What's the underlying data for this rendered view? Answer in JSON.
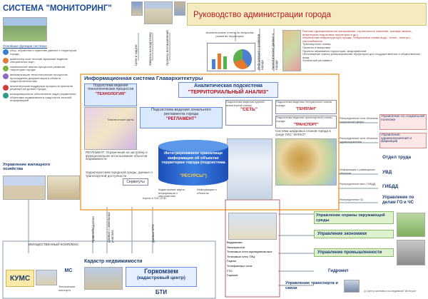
{
  "title": "СИСТЕМА \"МОНИТОРИНГ\"",
  "admin_title": "Руководство администрации города",
  "functions": {
    "heading": "Основные функции системы:",
    "items": [
      "сбор, обработка и хранение данных о территории города;",
      "девелопер-ское геоплан-ирование ведение специальных карт;",
      "комплексный анализ процессов развития территории города;",
      "автоматизация технологических процессов прохождения документации в области градостроительства;",
      "аналитическая поддержка процессов принятия решений на уровне города;",
      "информационное обеспечение задач управления объектами недвижимости градострои-тельной информацией"
    ]
  },
  "top_channels": [
    "Цели и задачи",
    "Запросы на подготовку",
    "Проекты постановлений"
  ],
  "analytic_reports": "Аналитические отчеты по вопросам развития территории",
  "info_channel_1": "Информация о развитии города",
  "info_channel_2": "Аналитические данные о городе",
  "right_list": [
    "Генплан (функциональное зонирование, строительное освоение, границы земель, инженерная подготовка территории и др.)",
    "Инженерная инфраструктура города: Генеральные схемы водо-, тепло-, электро-, газоснабжения",
    "Транспортные схемы",
    "Проекты планировки",
    "Проекты межевания территории, микрорайонов",
    "Обоснование границ резервирования территории для государственных и общественных нужд",
    "Зональный регламент"
  ],
  "is_title": "Информационная система Главархитектуры",
  "tech": {
    "title": "Подсистема ведения технологических процессов",
    "name": "\"ТЕХНОЛОГИЯ\""
  },
  "analysis": {
    "title": "Аналитическая подсистема",
    "name": "\"ТЕРРИТОРИАЛЬНЫЙ АНАЛИЗ\""
  },
  "reglament": {
    "title": "Подсистема ведения зонального регламента города",
    "name": "\"РЕГЛАМЕНТ\""
  },
  "set": {
    "name": "\"СЕТЬ\"",
    "desc": "Подсистема ведения единой инженерной схемы"
  },
  "genplan": {
    "name": "\"ГЕНПЛАН\"",
    "desc": "Подсистема ведения Генерального плана города"
  },
  "transport": {
    "name": "\"ТРАНСПОРТ\"",
    "desc": "Подсистема ведения транспортной схемы города"
  },
  "digital_plans": "Система цифровых планов города в среде ГИС \"ИнГЕО\"",
  "resources": {
    "text": "Интегрированное хранилище информации об объектах территории города (подсистема",
    "name": "\"РЕСУРСЫ\")"
  },
  "tech_maps": "Тематические карты",
  "reglament_info": "РЕГЛАМЕНТ: Ограничения на застройку и функциональное использование объектов недвижимости",
  "characteristics": "Характеристики городской среды, данные о транспортной доступности",
  "services": "Сервитуты",
  "cad_maps": "Кадастровые карты, информация о зем.участках",
  "info_obj": "Информация о объектах",
  "gis_bti": "Карты и ГИС БТИ",
  "housing": "Управление жилищного хозяйства",
  "property": "ИМУЩЕСТВЕННЫЙ КОМПЛЕКС",
  "owners": "Правообладатели",
  "land_info": "Данные о земельных участках",
  "bti_data": "Данные БТИ",
  "kums": "КУМС",
  "ms": "МС",
  "cadastre": "Кадастр недвижимости",
  "gorkomzem": "Горкомзем",
  "cad_center": "(кадастровый центр)",
  "bti": "БТИ",
  "tech_passports": "Технические паспорта",
  "utilities": {
    "items": [
      "Водоканал",
      "Электросети",
      "Тепловые сети муниципальные",
      "Тепловые сети ТЭЦ",
      "Горгаз",
      "Телефонные сети",
      "ГТС",
      "Горсвет"
    ]
  },
  "right_depts": [
    {
      "label": "Управление по социальной политике",
      "note": "Распределение сети объектов социальной сферы"
    },
    {
      "label": "Управление здравоохранения и фармации",
      "note": "Распределение сети объектов здравоохранения"
    },
    {
      "label": "Отдел труда",
      "note": ""
    },
    {
      "label": "УВД",
      "note": "Информация о размещении объектов"
    },
    {
      "label": "ГИБДД",
      "note": "Распределение мест ГИБДД"
    },
    {
      "label": "Управление по делам ГО и ЧС",
      "note": "Распределение ЧС"
    }
  ],
  "env": {
    "items": [
      "Управление охраны окружающей среды",
      "Управление экономики",
      "Управление промышленности",
      "Гидромет",
      "Управление транспорта и связи"
    ]
  },
  "footer": "(с) Центр системных исследований \"Интеграл\""
}
